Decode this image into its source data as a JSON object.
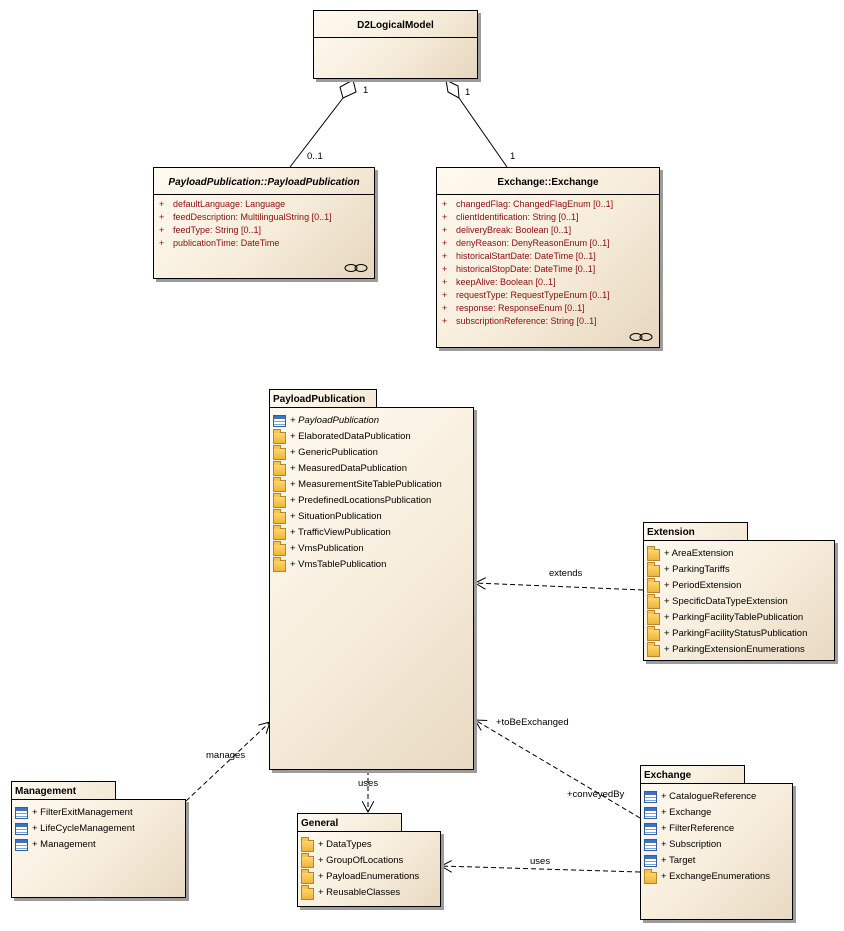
{
  "classes": {
    "d2": {
      "name": "D2LogicalModel"
    },
    "payload_publication": {
      "name": "PayloadPublication::PayloadPublication",
      "attributes": [
        {
          "vis": "+",
          "text": "defaultLanguage:  Language"
        },
        {
          "vis": "+",
          "text": "feedDescription:  MultilingualString [0..1]"
        },
        {
          "vis": "+",
          "text": "feedType:  String [0..1]"
        },
        {
          "vis": "+",
          "text": "publicationTime:  DateTime"
        }
      ]
    },
    "exchange": {
      "name": "Exchange::Exchange",
      "attributes": [
        {
          "vis": "+",
          "text": "changedFlag:  ChangedFlagEnum [0..1]"
        },
        {
          "vis": "+",
          "text": "clientIdentification:  String [0..1]"
        },
        {
          "vis": "+",
          "text": "deliveryBreak:  Boolean [0..1]"
        },
        {
          "vis": "+",
          "text": "denyReason:  DenyReasonEnum [0..1]"
        },
        {
          "vis": "+",
          "text": "historicalStartDate:  DateTime [0..1]"
        },
        {
          "vis": "+",
          "text": "historicalStopDate:  DateTime [0..1]"
        },
        {
          "vis": "+",
          "text": "keepAlive:  Boolean [0..1]"
        },
        {
          "vis": "+",
          "text": "requestType:  RequestTypeEnum [0..1]"
        },
        {
          "vis": "+",
          "text": "response:  ResponseEnum [0..1]"
        },
        {
          "vis": "+",
          "text": "subscriptionReference:  String [0..1]"
        }
      ]
    }
  },
  "packages": {
    "payload": {
      "name": "PayloadPublication",
      "items": [
        {
          "icon": "diagram",
          "text": "+ PayloadPublication",
          "italic": true
        },
        {
          "icon": "folder",
          "text": "+ ElaboratedDataPublication"
        },
        {
          "icon": "folder",
          "text": "+ GenericPublication"
        },
        {
          "icon": "folder",
          "text": "+ MeasuredDataPublication"
        },
        {
          "icon": "folder",
          "text": "+ MeasurementSiteTablePublication"
        },
        {
          "icon": "folder",
          "text": "+ PredefinedLocationsPublication"
        },
        {
          "icon": "folder",
          "text": "+ SituationPublication"
        },
        {
          "icon": "folder",
          "text": "+ TrafficViewPublication"
        },
        {
          "icon": "folder",
          "text": "+ VmsPublication"
        },
        {
          "icon": "folder",
          "text": "+ VmsTablePublication"
        }
      ]
    },
    "extension": {
      "name": "Extension",
      "items": [
        {
          "icon": "folder",
          "text": "+ AreaExtension"
        },
        {
          "icon": "folder",
          "text": "+ ParkingTariffs"
        },
        {
          "icon": "folder",
          "text": "+ PeriodExtension"
        },
        {
          "icon": "folder",
          "text": "+ SpecificDataTypeExtension"
        },
        {
          "icon": "folder",
          "text": "+ ParkingFacilityTablePublication"
        },
        {
          "icon": "folder",
          "text": "+ ParkingFacilityStatusPublication"
        },
        {
          "icon": "folder",
          "text": "+ ParkingExtensionEnumerations"
        }
      ]
    },
    "management": {
      "name": "Management",
      "items": [
        {
          "icon": "diagram",
          "text": "+ FilterExitManagement"
        },
        {
          "icon": "diagram",
          "text": "+ LifeCycleManagement"
        },
        {
          "icon": "diagram",
          "text": "+ Management"
        }
      ]
    },
    "general": {
      "name": "General",
      "items": [
        {
          "icon": "folder",
          "text": "+ DataTypes"
        },
        {
          "icon": "folder",
          "text": "+ GroupOfLocations"
        },
        {
          "icon": "folder",
          "text": "+ PayloadEnumerations"
        },
        {
          "icon": "folder",
          "text": "+ ReusableClasses"
        }
      ]
    },
    "exchange_pkg": {
      "name": "Exchange",
      "items": [
        {
          "icon": "diagram",
          "text": "+ CatalogueReference"
        },
        {
          "icon": "diagram",
          "text": "+ Exchange"
        },
        {
          "icon": "diagram",
          "text": "+ FilterReference"
        },
        {
          "icon": "diagram",
          "text": "+ Subscription"
        },
        {
          "icon": "diagram",
          "text": "+ Target"
        },
        {
          "icon": "folder",
          "text": "+ ExchangeEnumerations"
        }
      ]
    }
  },
  "connectors": {
    "agg_pp_mult_top": "1",
    "agg_pp_mult_bottom": "0..1",
    "agg_ex_mult_top": "1",
    "agg_ex_mult_bottom": "1",
    "extends": "extends",
    "to_be_exchanged": "+toBeExchanged",
    "conveyed_by": "+conveyedBy",
    "manages": "manages",
    "uses_general": "uses",
    "uses_exchange": "uses"
  }
}
